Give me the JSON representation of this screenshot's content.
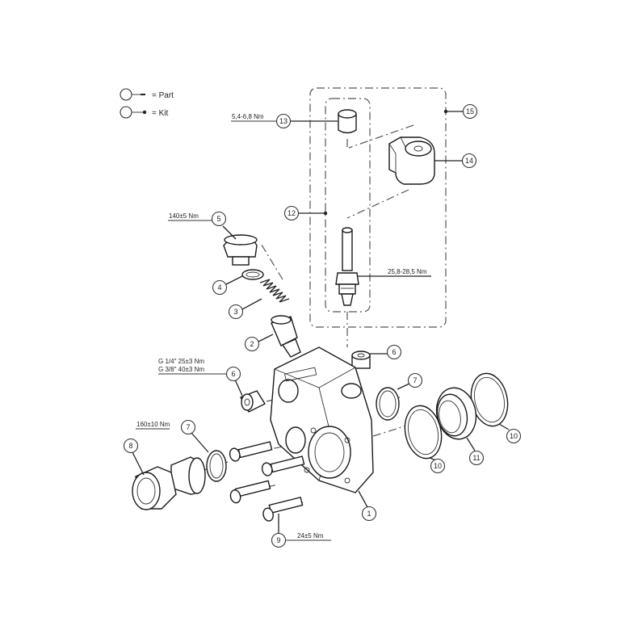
{
  "legend": {
    "part_label": "= Part",
    "kit_label": "= Kit"
  },
  "callouts": [
    {
      "id": "c1",
      "num": "1"
    },
    {
      "id": "c2",
      "num": "2"
    },
    {
      "id": "c3",
      "num": "3"
    },
    {
      "id": "c4",
      "num": "4"
    },
    {
      "id": "c5",
      "num": "5"
    },
    {
      "id": "c6a",
      "num": "6"
    },
    {
      "id": "c6b",
      "num": "6"
    },
    {
      "id": "c7a",
      "num": "7"
    },
    {
      "id": "c7b",
      "num": "7"
    },
    {
      "id": "c8",
      "num": "8"
    },
    {
      "id": "c9",
      "num": "9"
    },
    {
      "id": "c10a",
      "num": "10"
    },
    {
      "id": "c10b",
      "num": "10"
    },
    {
      "id": "c11",
      "num": "11"
    },
    {
      "id": "c12",
      "num": "12"
    },
    {
      "id": "c13",
      "num": "13"
    },
    {
      "id": "c14",
      "num": "14"
    },
    {
      "id": "c15",
      "num": "15"
    }
  ],
  "torques": {
    "t13": "5,4-6,8 Nm",
    "t5": "140±5 Nm",
    "t_cartridge": "25,8-28,5 Nm",
    "t6_a": "G 1/4\"   25±3 Nm",
    "t6_b": "G 3/8\"   40±3 Nm",
    "t8": "160±10 Nm",
    "t9": "24±5 Nm"
  },
  "colors": {
    "line": "#222222",
    "background": "#ffffff"
  }
}
